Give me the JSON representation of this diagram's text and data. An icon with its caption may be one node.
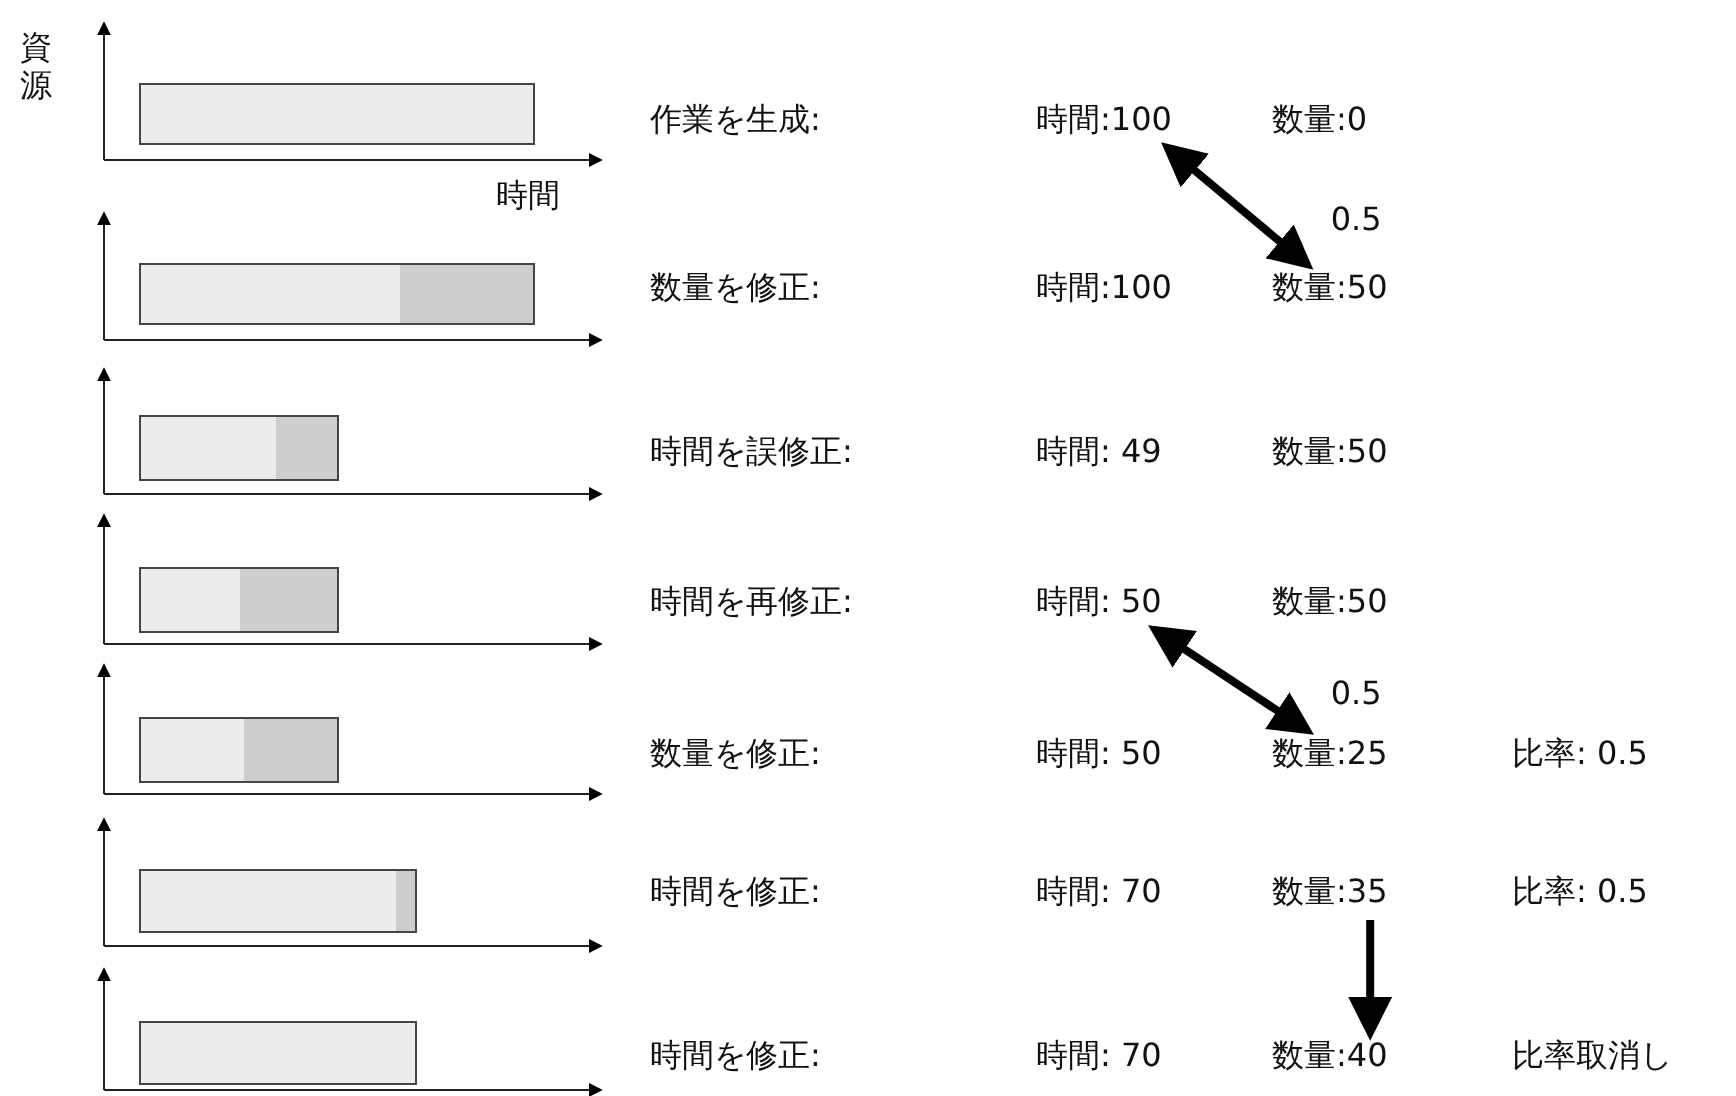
{
  "diagram": {
    "nodes": [
      {
        "text": [
          "時間:100"
        ]
      },
      {
        "text": [
          "数量:50"
        ]
      },
      {
        "text": [
          "時間: 50"
        ]
      },
      {
        "text": [
          "数量:25"
        ]
      },
      {
        "text": [
          "数量:35"
        ]
      },
      {
        "text": [
          "数量:40"
        ]
      }
    ],
    "edges": [
      {
        "from": 0,
        "to": 1,
        "arrow": "both",
        "label": "0.5"
      },
      {
        "from": 2,
        "to": 3,
        "arrow": "both",
        "label": "0.5"
      },
      {
        "from": 4,
        "to": 5,
        "arrow": "to"
      }
    ],
    "labels": [
      "資源",
      "作業を生成:",
      "数量:0",
      "時間",
      "数量を修正:",
      "時間:100",
      "時間を誤修正:",
      "時間: 49",
      "数量:50",
      "時間を再修正:",
      "数量:50",
      "数量を修正:",
      "時間: 50",
      "比率: 0.5",
      "時間を修正:",
      "時間: 70",
      "比率: 0.5",
      "時間を修正:",
      "時間: 70",
      "比率取消し"
    ]
  }
}
